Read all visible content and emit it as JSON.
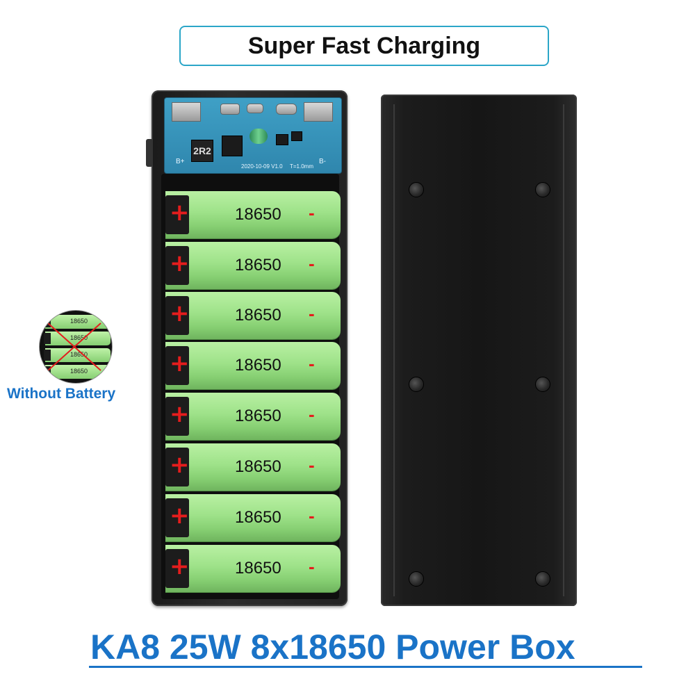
{
  "header": {
    "text": "Super Fast Charging"
  },
  "batteries": [
    {
      "label": "18650"
    },
    {
      "label": "18650"
    },
    {
      "label": "18650"
    },
    {
      "label": "18650"
    },
    {
      "label": "18650"
    },
    {
      "label": "18650"
    },
    {
      "label": "18650"
    },
    {
      "label": "18650"
    }
  ],
  "pcb": {
    "inductor": "2R2",
    "version": "2020-10-09 V1.0",
    "thickness": "T=1.0mm",
    "b_plus": "B+",
    "b_minus": "B-"
  },
  "inset": {
    "label": "Without Battery",
    "mini_labels": [
      "18650",
      "18650",
      "18650",
      "18650"
    ]
  },
  "title": {
    "text": "KA8 25W 8x18650 Power Box"
  },
  "colors": {
    "accent_blue": "#1a73c7",
    "header_border": "#2ba6c8",
    "battery_green": "#9ee289",
    "terminal_red": "#e41d1d"
  }
}
